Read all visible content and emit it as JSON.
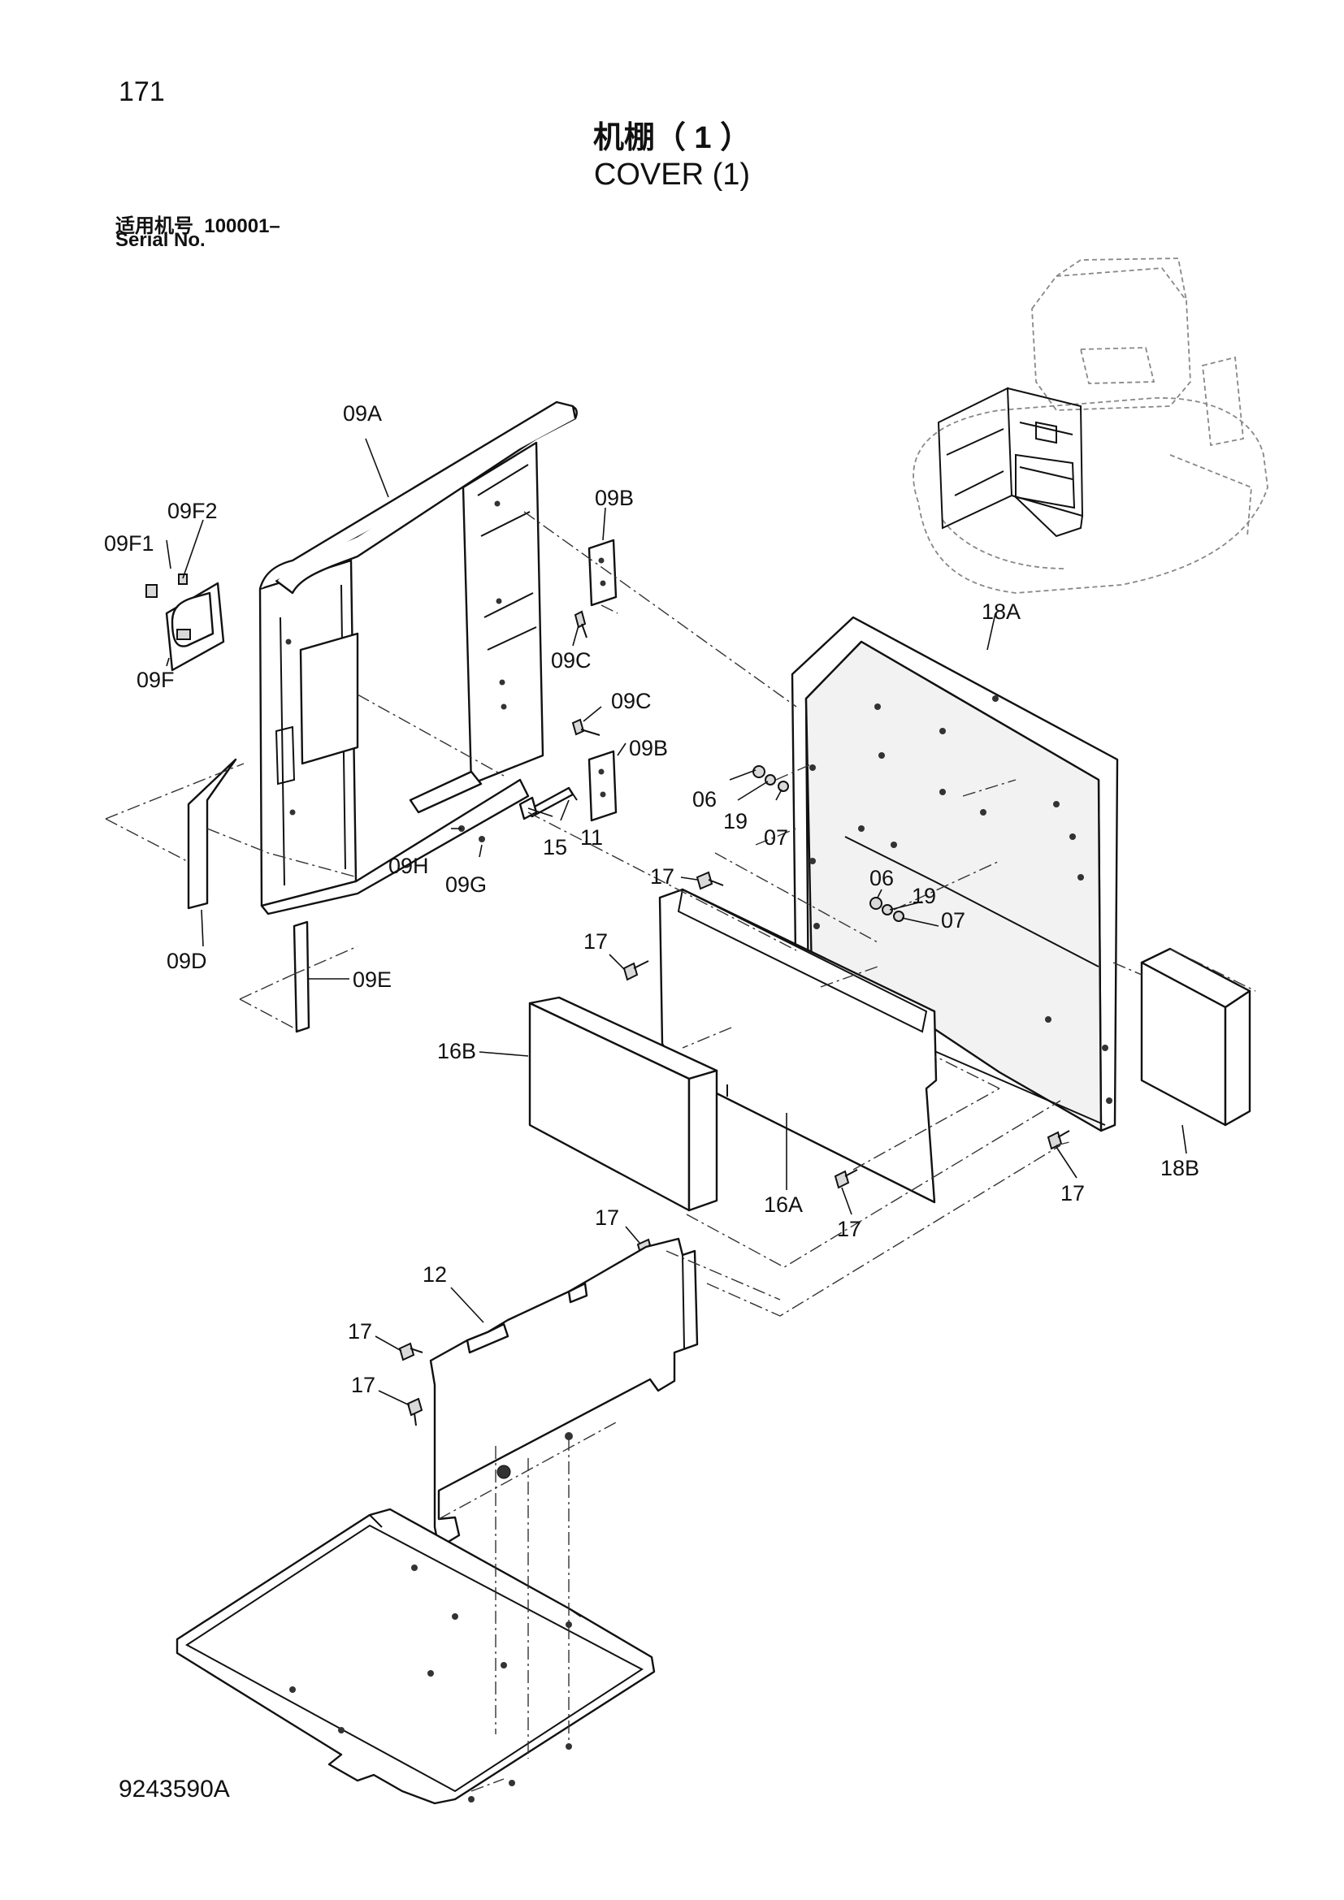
{
  "page": {
    "page_number": "171",
    "title_cn": "机棚（ 1 ）",
    "title_en": "COVER (1)",
    "serial_label_cn": "适用机号",
    "serial_value": "100001–",
    "serial_label_en": "Serial No.",
    "drawing_number": "9243590A"
  },
  "callouts": {
    "c09A": "09A",
    "c09B_1": "09B",
    "c09B_2": "09B",
    "c09C_1": "09C",
    "c09C_2": "09C",
    "c09D": "09D",
    "c09E": "09E",
    "c09F": "09F",
    "c09F1": "09F1",
    "c09F2": "09F2",
    "c09G": "09G",
    "c09H": "09H",
    "c11": "11",
    "c15": "15",
    "c06_1": "06",
    "c06_2": "06",
    "c19_1": "19",
    "c19_2": "19",
    "c07_1": "07",
    "c07_2": "07",
    "c18A": "18A",
    "c18B": "18B",
    "c16A": "16A",
    "c16B": "16B",
    "c12": "12",
    "c17_1": "17",
    "c17_2": "17",
    "c17_3": "17",
    "c17_4": "17",
    "c17_5": "17",
    "c17_6": "17",
    "c17_7": "17"
  }
}
